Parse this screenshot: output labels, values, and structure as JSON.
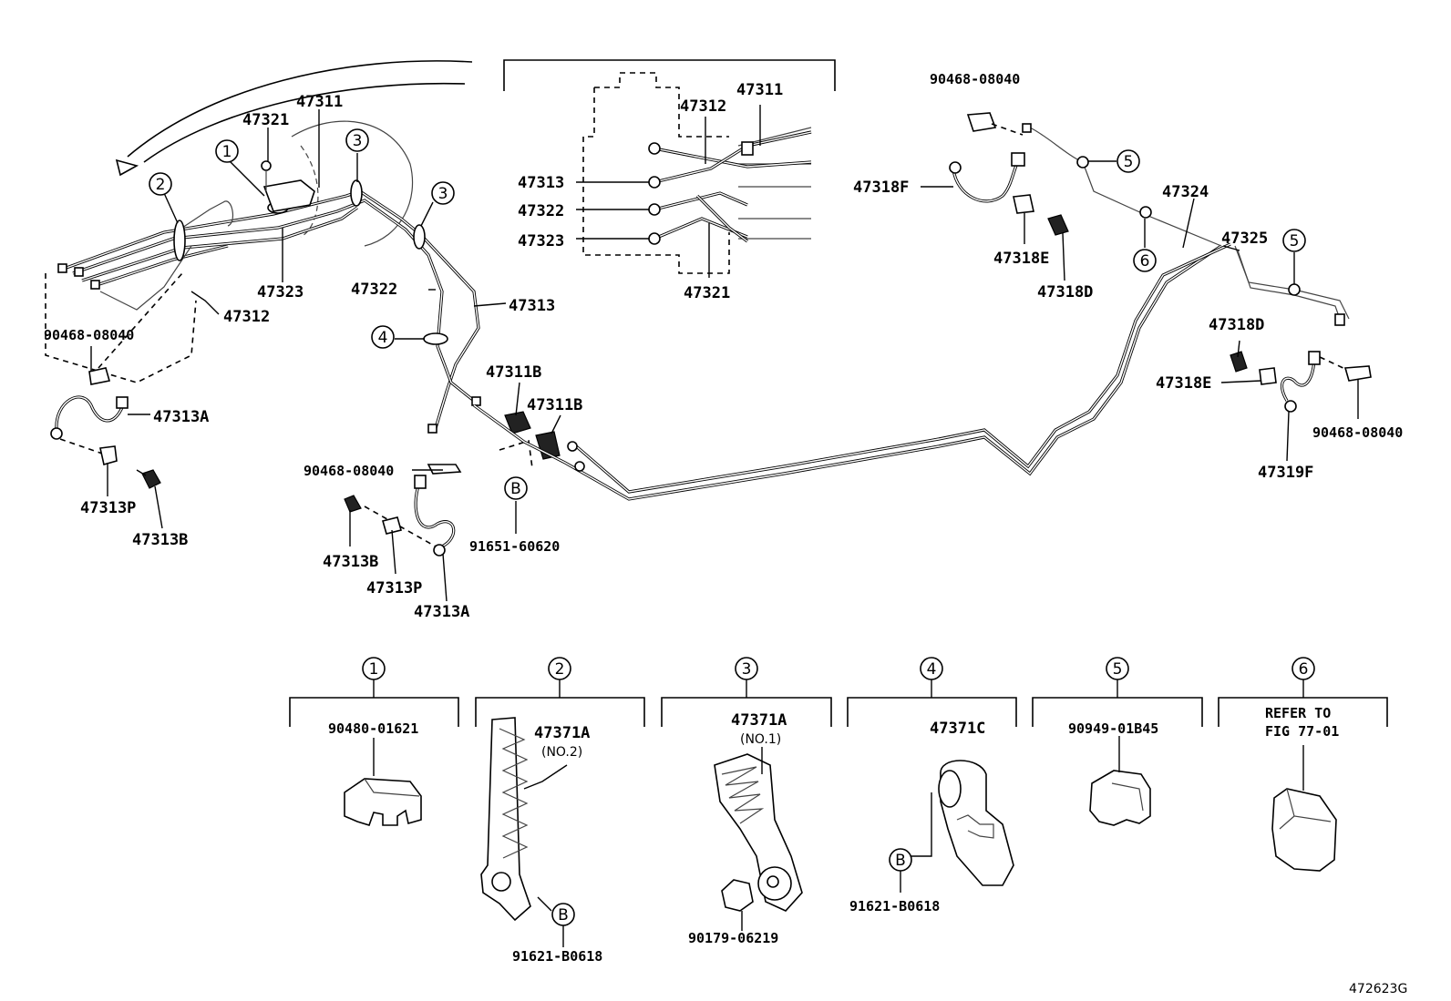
{
  "labels": {
    "p47321_top": "47321",
    "p47311_top": "47311",
    "p47323_left": "47323",
    "p47312_left": "47312",
    "p90468_left": "90468-08040",
    "p47313A_left": "47313A",
    "p47313P_left": "47313P",
    "p47313B_left": "47313B",
    "p47322_mid": "47322",
    "p47313_mid": "47313",
    "p47311B_a": "47311B",
    "p47311B_b": "47311B",
    "p90468_mid": "90468-08040",
    "p91651": "91651-60620",
    "p47313B_mid": "47313B",
    "p47313P_mid": "47313P",
    "p47313A_mid": "47313A",
    "inset_47311": "47311",
    "inset_47312": "47312",
    "inset_47313": "47313",
    "inset_47322": "47322",
    "inset_47323": "47323",
    "inset_47321": "47321",
    "p90468_tr": "90468-08040",
    "p47318F": "47318F",
    "p47318E_top": "47318E",
    "p47318D_top": "47318D",
    "p47324": "47324",
    "p47325": "47325",
    "p47318D_r": "47318D",
    "p47318E_r": "47318E",
    "p90468_r": "90468-08040",
    "p47319F": "47319F"
  },
  "markers": {
    "m1": "1",
    "m2": "2",
    "m3a": "3",
    "m3b": "3",
    "m4": "4",
    "m5a": "5",
    "m5b": "5",
    "m6": "6",
    "mB1": "B"
  },
  "details": [
    {
      "num": "1",
      "part": "90480-01621"
    },
    {
      "num": "2",
      "part": "47371A",
      "note": "(NO.2)",
      "bolt_mark": "B",
      "bolt": "91621-B0618"
    },
    {
      "num": "3",
      "part": "47371A",
      "note": "(NO.1)",
      "bolt": "90179-06219"
    },
    {
      "num": "4",
      "part": "47371C",
      "bolt_mark": "B",
      "bolt": "91621-B0618"
    },
    {
      "num": "5",
      "part": "90949-01B45"
    },
    {
      "num": "6",
      "refer_line1": "REFER TO",
      "refer_line2": "FIG 77-01"
    }
  ],
  "figure_id": "472623G"
}
